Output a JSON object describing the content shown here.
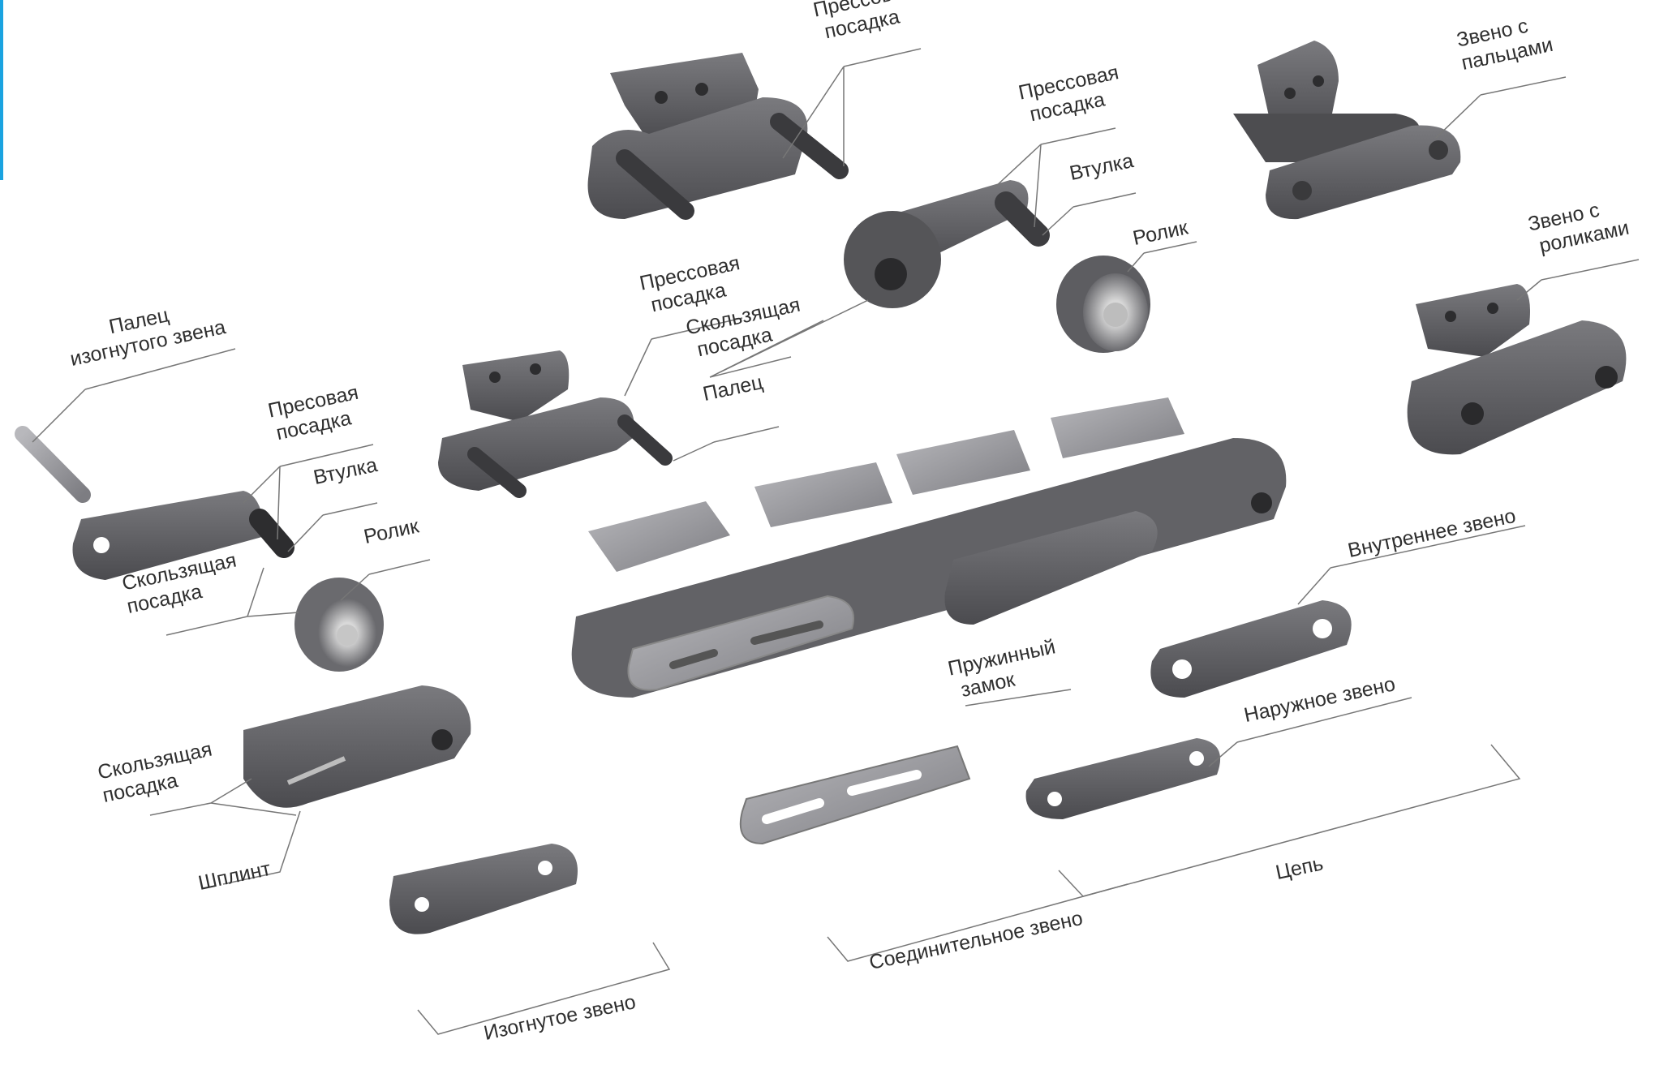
{
  "labels": {
    "top_press_fit": [
      "Прессовая",
      "посадка"
    ],
    "mid_press_fit": [
      "Прессовая",
      "посадка"
    ],
    "mid_bushing": "Втулка",
    "mid_roller": "Ролик",
    "link_with_pins": [
      "Звено с",
      "пальцами"
    ],
    "link_with_rollers": [
      "Звено с",
      "роликами"
    ],
    "bent_link_pin": [
      "Палец",
      "изогнутого звена"
    ],
    "center_press_fit": [
      "Прессовая",
      "посадка"
    ],
    "center_sliding_fit": [
      "Скользящая",
      "посадка"
    ],
    "center_pin": "Палец",
    "left_press_fit": [
      "Пресовая",
      "посадка"
    ],
    "left_bushing": "Втулка",
    "left_roller": "Ролик",
    "left_sliding_fit": [
      "Скользящая",
      "посадка"
    ],
    "offset_sliding_fit": [
      "Скользящая",
      "посадка"
    ],
    "cotter_pin": "Шплинт",
    "bent_link": "Изогнутое звено",
    "spring_clip": [
      "Пружинный",
      "замок"
    ],
    "inner_link": "Внутреннее звено",
    "outer_link": "Наружное звено",
    "connecting_link": "Соединительное звено",
    "chain": "Цепь"
  },
  "colors": {
    "accent": "#1aa3e0",
    "metal_dark": "#4a4a4d",
    "metal_mid": "#6c6c70",
    "metal_light": "#a9a9ad",
    "text": "#2f2f2f"
  }
}
